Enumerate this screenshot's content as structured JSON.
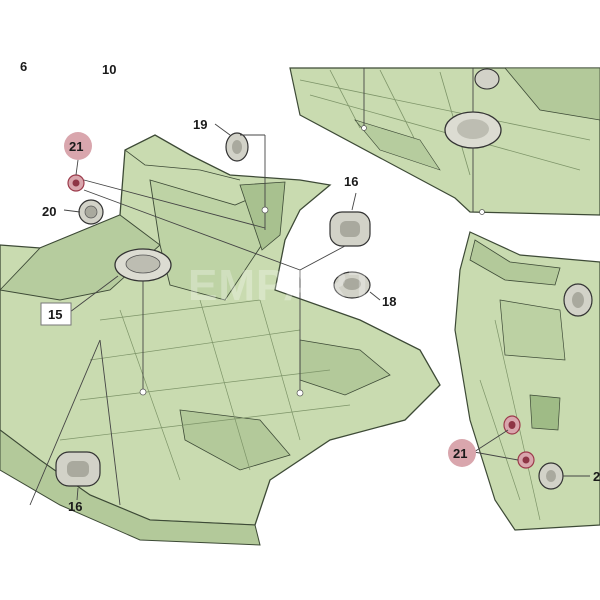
{
  "diagram": {
    "watermark": "EMPARTS",
    "colors": {
      "body_fill": "#c9dbb0",
      "body_dark": "#9fbb86",
      "line": "#3d4a36",
      "leader": "#444444",
      "highlight": "#d9a6ad",
      "highlight_stroke": "#9c3b4b"
    },
    "callouts": {
      "c21a": "21",
      "c19": "19",
      "c20": "20",
      "c16a": "16",
      "c18": "18",
      "c15": "15",
      "c16b": "16",
      "c21b": "21",
      "c2": "2",
      "top_left_a": "6",
      "top_left_b": "10"
    }
  }
}
